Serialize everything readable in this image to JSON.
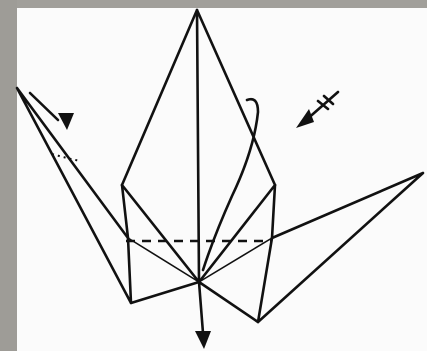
{
  "figure": {
    "subject": "origami-crane-folding-step",
    "colors": {
      "ink": "#111111",
      "paper": "#fbfbfb",
      "frame": "#9e9c97"
    },
    "symbols": [
      "valley-fold-dashed-line",
      "fold-direction-arrow",
      "push-in-arrow",
      "inside-reverse-fold-arrowhead",
      "turn-over-arrow"
    ]
  }
}
